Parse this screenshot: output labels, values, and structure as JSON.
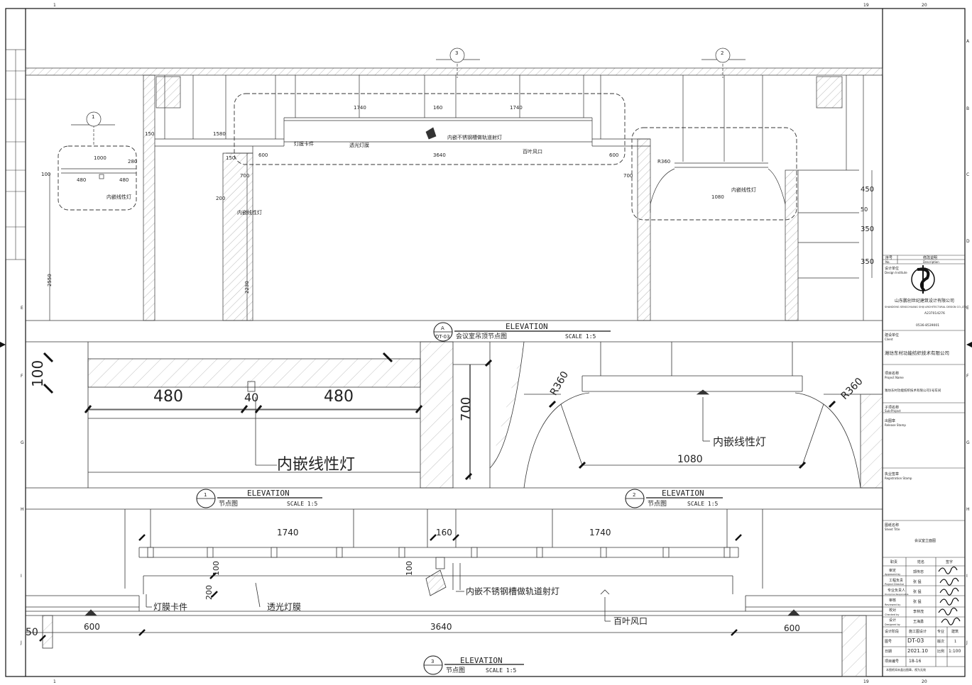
{
  "grid": {
    "top_numbers": [
      "1",
      "19",
      "20"
    ],
    "side_letters": [
      "A",
      "B",
      "C",
      "D",
      "E",
      "F",
      "G",
      "H",
      "I",
      "J"
    ]
  },
  "elevation_A": {
    "title": "ELEVATION",
    "marker_letter": "A",
    "marker_ref": "DT-03",
    "subtitle": "会议室吊顶节点图",
    "scale": "SCALE 1:5",
    "callouts": [
      "3",
      "2",
      "1"
    ],
    "dims": {
      "d1740a": "1740",
      "d160": "160",
      "d1740b": "1740",
      "d1580": "1580",
      "d150a": "150",
      "d150b": "150",
      "d600a": "600",
      "d600b": "600",
      "d3640": "3640",
      "d1000": "1000",
      "d280": "280",
      "d480a": "480",
      "d480b": "480",
      "d100": "100",
      "d700a": "700",
      "d700b": "700",
      "d200": "200",
      "d2550": "2550",
      "d2230": "2230",
      "d1080": "1080",
      "dR360": "R360",
      "d450": "450",
      "d350a": "350",
      "d350b": "350",
      "d50": "50"
    },
    "labels": {
      "film_clip": "灯膜卡件",
      "light_film": "透光灯膜",
      "track_light": "内嵌不锈钢槽做轨道射灯",
      "louver": "百叶风口",
      "linear_light_a": "内嵌线性灯",
      "linear_light_b": "内嵌线性灯",
      "linear_light_c": "内嵌线性灯"
    }
  },
  "detail_1": {
    "title": "ELEVATION",
    "marker": "1",
    "subtitle": "节点图",
    "scale": "SCALE 1:5",
    "d480a": "480",
    "d480b": "480",
    "d40": "40",
    "d700": "700",
    "d100": "100",
    "label": "内嵌线性灯"
  },
  "detail_2": {
    "title": "ELEVATION",
    "marker": "2",
    "subtitle": "节点图",
    "scale": "SCALE 1:5",
    "r1": "R360",
    "r2": "R360",
    "d1080": "1080",
    "label": "内嵌线性灯"
  },
  "detail_3": {
    "title": "ELEVATION",
    "marker": "3",
    "subtitle": "节点图",
    "scale": "SCALE 1:5",
    "d1740a": "1740",
    "d160": "160",
    "d1740b": "1740",
    "d100a": "100",
    "d100b": "100",
    "d200": "200",
    "d3640": "3640",
    "d600a": "600",
    "d600b": "600",
    "d50": "50",
    "labels": {
      "film_clip": "灯膜卡件",
      "light_film": "透光灯膜",
      "track_light": "内嵌不锈钢槽做轨道射灯",
      "louver": "百叶风口"
    }
  },
  "title_block": {
    "revision_header": {
      "no": "序号",
      "no_en": "No.",
      "desc": "修改说明",
      "desc_en": "Description"
    },
    "design_institute": "设计单位",
    "design_institute_en": "Design Institute",
    "company": "山东鹏创世纪建筑设计有限公司",
    "company_en": "SHANDONG SENGCHUANG SHIJI ARCHITECTURAL DESIGN CO.,LTD",
    "license": "A237014276",
    "phone": "0536-8539001",
    "client_label": "建设单位",
    "client_en": "Client",
    "client": "潍坊东村功能纺织技术有限公司",
    "project_label": "项目名称",
    "project_en": "Project Name",
    "project": "潍坊东村功能纺织技术有限公司1号车间",
    "sub_project_label": "子项名称",
    "sub_project_en": "Sub-Project",
    "release_label": "出图章",
    "release_en": "Release Stamp",
    "registration_label": "执业签章",
    "registration_en": "Registration Stamp",
    "sheet_title_label": "图纸名称",
    "sheet_title_en": "Sheet Title",
    "sheet_title": "会议室立面图",
    "resp_header": [
      "职责",
      "姓名",
      "签字"
    ],
    "resp_rows": [
      {
        "role": "审定",
        "role_en": "Approved by",
        "name": "郭传忠"
      },
      {
        "role": "工程负责",
        "role_en": "Project Director",
        "name": "张 猛"
      },
      {
        "role": "专业负责人",
        "role_en": "Discipline Responsible",
        "name": "张 猛"
      },
      {
        "role": "审核",
        "role_en": "Reviewed by",
        "name": "张 猛"
      },
      {
        "role": "校对",
        "role_en": "Checked by",
        "name": "李林茂"
      },
      {
        "role": "设计",
        "role_en": "Designed by",
        "name": "王海勇"
      }
    ],
    "stage_label": "设计阶段",
    "stage": "施工图设计",
    "specialty_label": "专业",
    "specialty": "建筑",
    "sheet_no_label": "图号",
    "sheet_no": "DT-03",
    "revision_label": "版次",
    "revision": "1",
    "date_label": "日期",
    "date": "2021.10",
    "scale_label": "比例",
    "scale": "1:100",
    "project_no_label": "项目编号",
    "project_no": "18-16",
    "note": "本图纸如未盖出图章，视为无效"
  }
}
